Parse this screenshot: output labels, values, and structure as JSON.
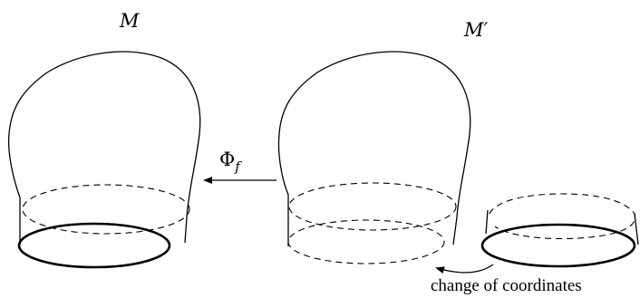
{
  "labels": {
    "left_surface": "M",
    "right_surface": "M′",
    "map": "Φ",
    "map_subscript": "f",
    "annotation": "change of coordinates"
  }
}
